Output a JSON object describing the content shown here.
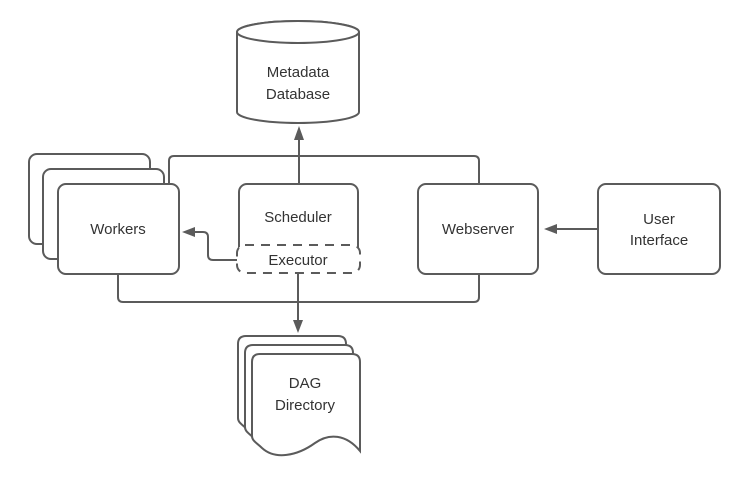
{
  "diagram": {
    "kind": "architecture-flowchart",
    "background_color": "#ffffff",
    "stroke_color": "#5b5b5b",
    "text_color": "#333333",
    "nodes": {
      "metadata_database": {
        "shape": "cylinder",
        "lines": [
          "Metadata",
          "Database"
        ]
      },
      "workers": {
        "shape": "stacked-rounded-rect",
        "stack_count": 3,
        "label": "Workers"
      },
      "scheduler": {
        "shape": "rounded-rect",
        "label": "Scheduler"
      },
      "executor": {
        "shape": "dashed-rounded-rect",
        "label": "Executor"
      },
      "webserver": {
        "shape": "rounded-rect",
        "label": "Webserver"
      },
      "user_interface": {
        "shape": "rounded-rect",
        "lines": [
          "User",
          "Interface"
        ]
      },
      "dag_directory": {
        "shape": "stacked-document",
        "stack_count": 3,
        "lines": [
          "DAG",
          "Directory"
        ]
      }
    },
    "edges": [
      {
        "from": "workers-scheduler-webserver-bus",
        "to": "metadata_database",
        "style": "orthogonal-bus",
        "arrowhead": "up"
      },
      {
        "from": "executor",
        "to": "workers",
        "style": "elbow",
        "arrowhead": "left"
      },
      {
        "from": "user_interface",
        "to": "webserver",
        "style": "straight",
        "arrowhead": "left"
      },
      {
        "from": "workers-executor-webserver-bus",
        "to": "dag_directory",
        "style": "orthogonal-bus",
        "arrowhead": "down"
      }
    ]
  }
}
